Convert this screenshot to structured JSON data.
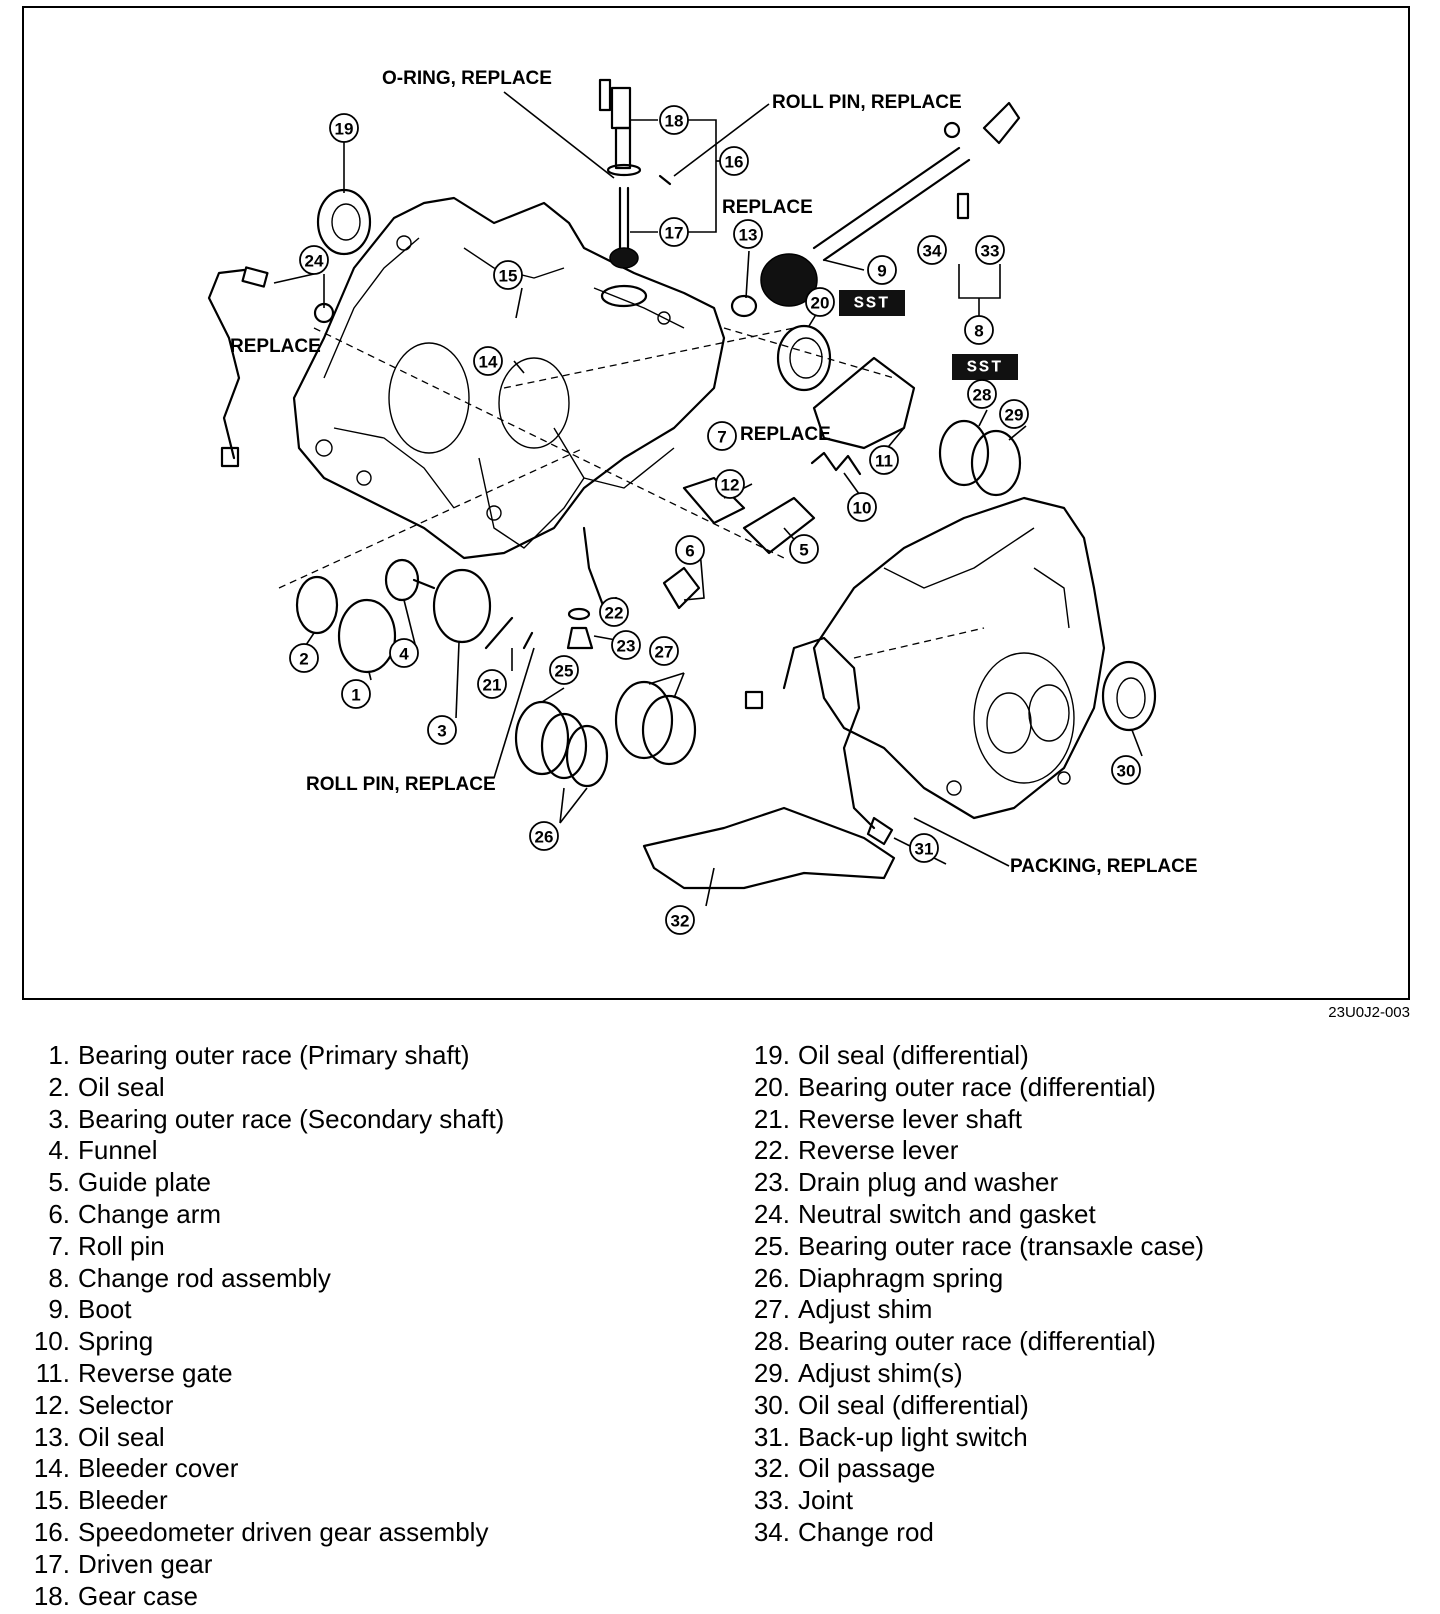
{
  "labels": {
    "o_ring": "O-RING, REPLACE",
    "roll_pin_top": "ROLL PIN, REPLACE",
    "replace_top": "REPLACE",
    "replace_left": "REPLACE",
    "replace_pin": "REPLACE",
    "roll_pin_bottom": "ROLL PIN, REPLACE",
    "packing": "PACKING, REPLACE",
    "sst": "SST"
  },
  "figure_code": "23U0J2-003",
  "legend_left": [
    {
      "num": "1.",
      "text": "Bearing outer race (Primary shaft)"
    },
    {
      "num": "2.",
      "text": "Oil seal"
    },
    {
      "num": "3.",
      "text": "Bearing outer race (Secondary shaft)"
    },
    {
      "num": "4.",
      "text": "Funnel"
    },
    {
      "num": "5.",
      "text": "Guide plate"
    },
    {
      "num": "6.",
      "text": "Change arm"
    },
    {
      "num": "7.",
      "text": "Roll pin"
    },
    {
      "num": "8.",
      "text": "Change rod assembly"
    },
    {
      "num": "9.",
      "text": "Boot"
    },
    {
      "num": "10.",
      "text": "Spring"
    },
    {
      "num": "11.",
      "text": "Reverse gate"
    },
    {
      "num": "12.",
      "text": "Selector"
    },
    {
      "num": "13.",
      "text": "Oil seal"
    },
    {
      "num": "14.",
      "text": "Bleeder cover"
    },
    {
      "num": "15.",
      "text": "Bleeder"
    },
    {
      "num": "16.",
      "text": "Speedometer driven gear assembly"
    },
    {
      "num": "17.",
      "text": "Driven gear"
    },
    {
      "num": "18.",
      "text": "Gear case"
    }
  ],
  "legend_right": [
    {
      "num": "19.",
      "text": "Oil seal (differential)"
    },
    {
      "num": "20.",
      "text": "Bearing outer race (differential)"
    },
    {
      "num": "21.",
      "text": "Reverse lever shaft"
    },
    {
      "num": "22.",
      "text": "Reverse lever"
    },
    {
      "num": "23.",
      "text": "Drain plug and washer"
    },
    {
      "num": "24.",
      "text": "Neutral switch and gasket"
    },
    {
      "num": "25.",
      "text": "Bearing outer race (transaxle case)"
    },
    {
      "num": "26.",
      "text": "Diaphragm spring"
    },
    {
      "num": "27.",
      "text": "Adjust shim"
    },
    {
      "num": "28.",
      "text": "Bearing outer race (differential)"
    },
    {
      "num": "29.",
      "text": "Adjust shim(s)"
    },
    {
      "num": "30.",
      "text": "Oil seal (differential)"
    },
    {
      "num": "31.",
      "text": "Back-up light switch"
    },
    {
      "num": "32.",
      "text": "Oil passage"
    },
    {
      "num": "33.",
      "text": "Joint"
    },
    {
      "num": "34.",
      "text": "Change rod"
    }
  ],
  "callouts": [
    "1",
    "2",
    "3",
    "4",
    "5",
    "6",
    "7",
    "8",
    "9",
    "10",
    "11",
    "12",
    "13",
    "14",
    "15",
    "16",
    "17",
    "18",
    "19",
    "20",
    "21",
    "22",
    "23",
    "24",
    "25",
    "26",
    "27",
    "28",
    "29",
    "30",
    "31",
    "32",
    "33",
    "34"
  ]
}
